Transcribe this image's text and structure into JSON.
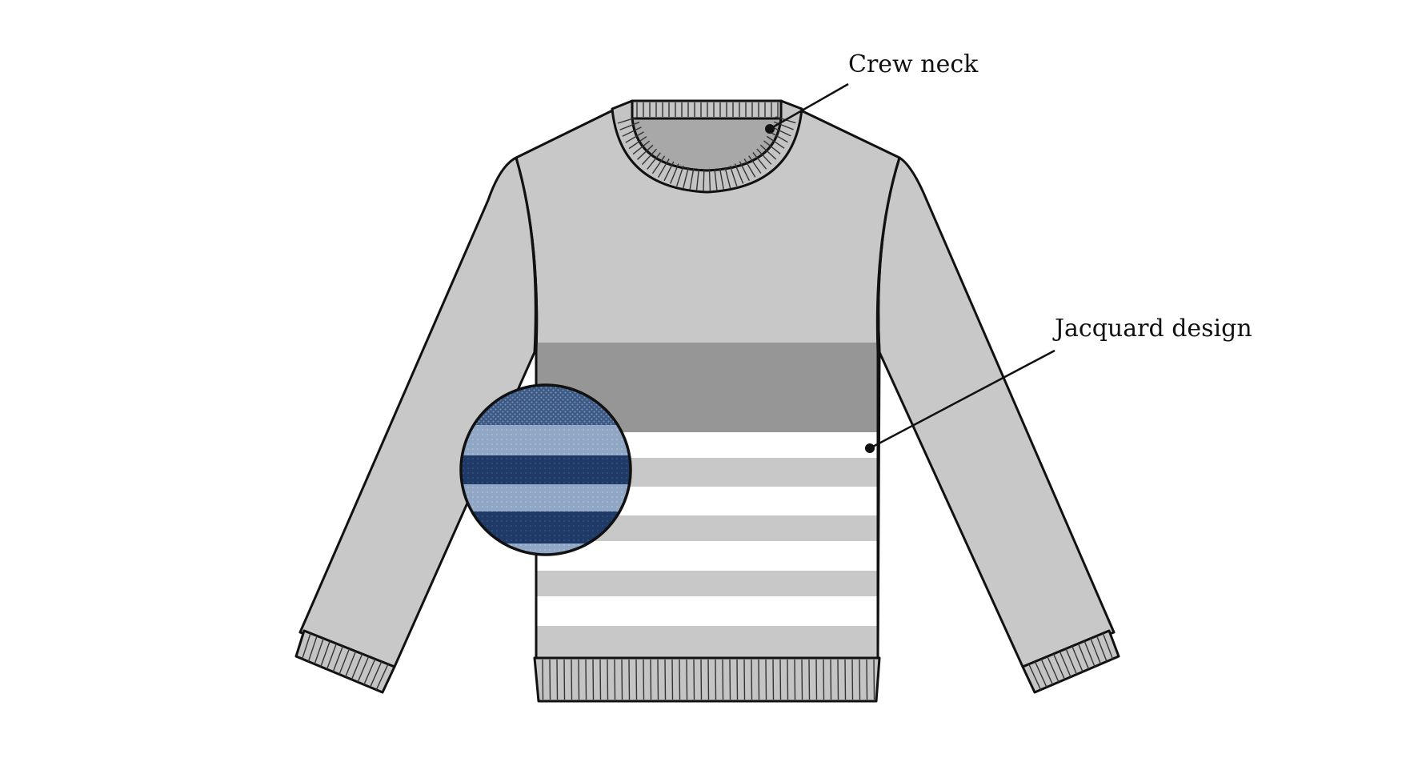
{
  "callouts": {
    "crew_neck": "Crew neck",
    "jacquard_design": "Jacquard design"
  },
  "colors": {
    "body_gray": "#c8c8c8",
    "band_dark_gray": "#969696",
    "stripe_white": "#ffffff",
    "neck_inner": "#a8a8a8",
    "rib_gray": "#c4c4c4",
    "swatch_light_blue": "#8fa6c4",
    "swatch_navy": "#1f3a66",
    "outline": "#111111"
  },
  "icons": {
    "garment": "sweater-illustration",
    "fabric_zoom": "jacquard-swatch-magnifier"
  }
}
